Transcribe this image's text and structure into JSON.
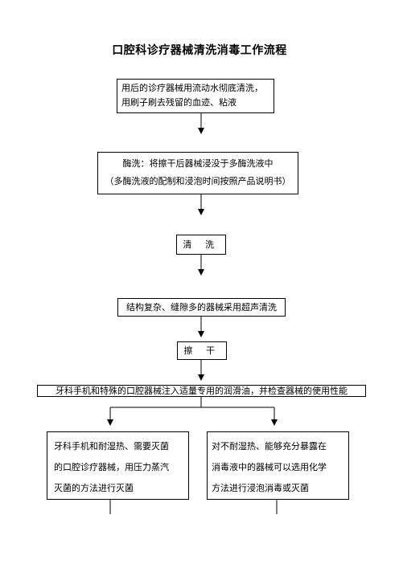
{
  "title": "口腔科诊疗器械清洗消毒工作流程",
  "steps": {
    "rinse": [
      "用后的诊疗器械用流动水彻底清洗，",
      "用刷子刷去残留的血迹、粘液"
    ],
    "enzyme": [
      "酶洗：将擦干后器械浸没于多酶洗液中",
      "（多酶洗液的配制和浸泡时间按照产品说明书）"
    ],
    "wash": "清 洗",
    "ultrasonic": "结构复杂、缝隙多的器械采用超声清洗",
    "dry": "擦 干",
    "lubricate": "牙科手机和特殊的口腔器械注入适量专用的润滑油，并检查器械的使用性能"
  },
  "branches": {
    "left": [
      "牙科手机和耐湿热、需要灭菌",
      "的口腔诊疗器械，用压力蒸汽",
      "灭菌的方法进行灭菌"
    ],
    "right": [
      "对不耐湿热、能够充分暴露在",
      "消毒液中的器械可以选用化学",
      "方法进行浸泡消毒或灭菌"
    ]
  }
}
